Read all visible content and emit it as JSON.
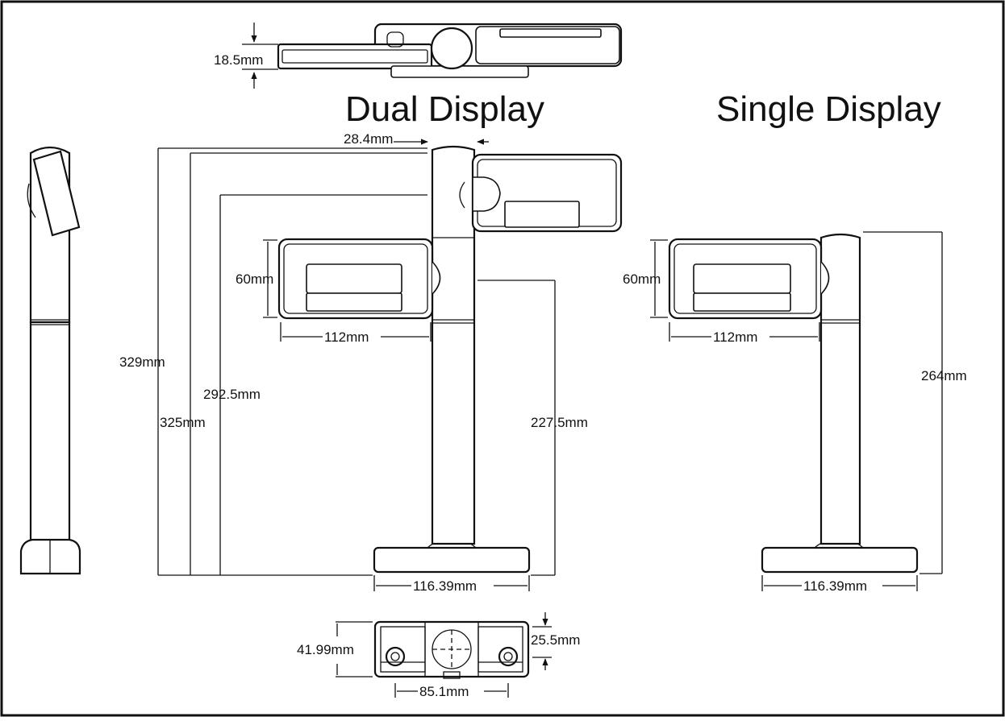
{
  "titles": {
    "dual": "Dual Display",
    "single": "Single Display"
  },
  "dimensions": {
    "top_depth": "18.5mm",
    "pole_width": "28.4mm",
    "dual_total_329": "329mm",
    "dual_total_325": "325mm",
    "dual_upper_292": "292.5mm",
    "dual_lower_227": "227.5mm",
    "dual_display_height": "60mm",
    "dual_display_width": "112mm",
    "dual_base_width": "116.39mm",
    "single_display_height": "60mm",
    "single_display_width": "112mm",
    "single_total_264": "264mm",
    "single_base_width": "116.39mm",
    "base_depth": "41.99mm",
    "base_slot": "25.5mm",
    "base_hole_spacing": "85.1mm"
  },
  "colors": {
    "line": "#111111",
    "background": "#ffffff"
  }
}
